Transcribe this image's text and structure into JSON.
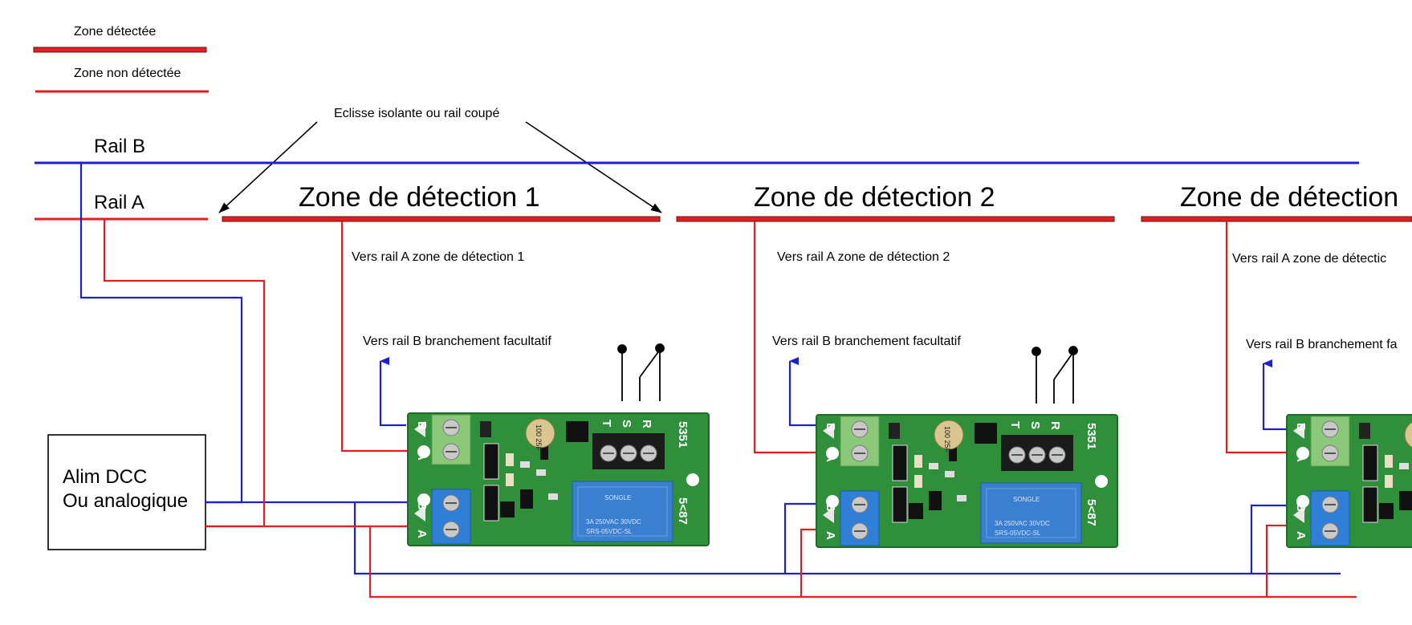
{
  "colors": {
    "rail_b": "#1f1fd0",
    "rail_a": "#e02020",
    "pcb": "#2f8f3a",
    "terminal_green": "#8cc87a",
    "terminal_blue": "#2f7fd8",
    "relay": "#3a7fd0"
  },
  "legend": {
    "detected_label": "Zone  détectée",
    "undetected_label": "Zone non détectée"
  },
  "annotation": {
    "isolation_label": "Eclisse isolante ou rail coupé"
  },
  "rails": {
    "rail_b_label": "Rail B",
    "rail_a_label": "Rail A"
  },
  "power": {
    "line1": "Alim DCC",
    "line2": "Ou analogique"
  },
  "zones": [
    {
      "title": "Zone de détection 1",
      "to_rail_a": "Vers rail A zone de détection 1",
      "to_rail_b": "Vers rail B branchement facultatif"
    },
    {
      "title": "Zone de détection 2",
      "to_rail_a": "Vers rail A zone de détection 2",
      "to_rail_b": "Vers rail B branchement facultatif"
    },
    {
      "title": "Zone de détection",
      "to_rail_a": "Vers rail A zone de détectic",
      "to_rail_b": "Vers rail B branchement fa"
    }
  ],
  "module": {
    "terminal_b": "B",
    "terminal_a": "A",
    "relay_terminals": [
      "T",
      "S",
      "R"
    ],
    "board_id": "5351",
    "board_model": "5<87",
    "relay_brand": "SONGLE",
    "relay_rating": "3A 250VAC 30VDC",
    "relay_part": "SRS-05VDC-SL",
    "capacitor_text": "100 25F"
  }
}
